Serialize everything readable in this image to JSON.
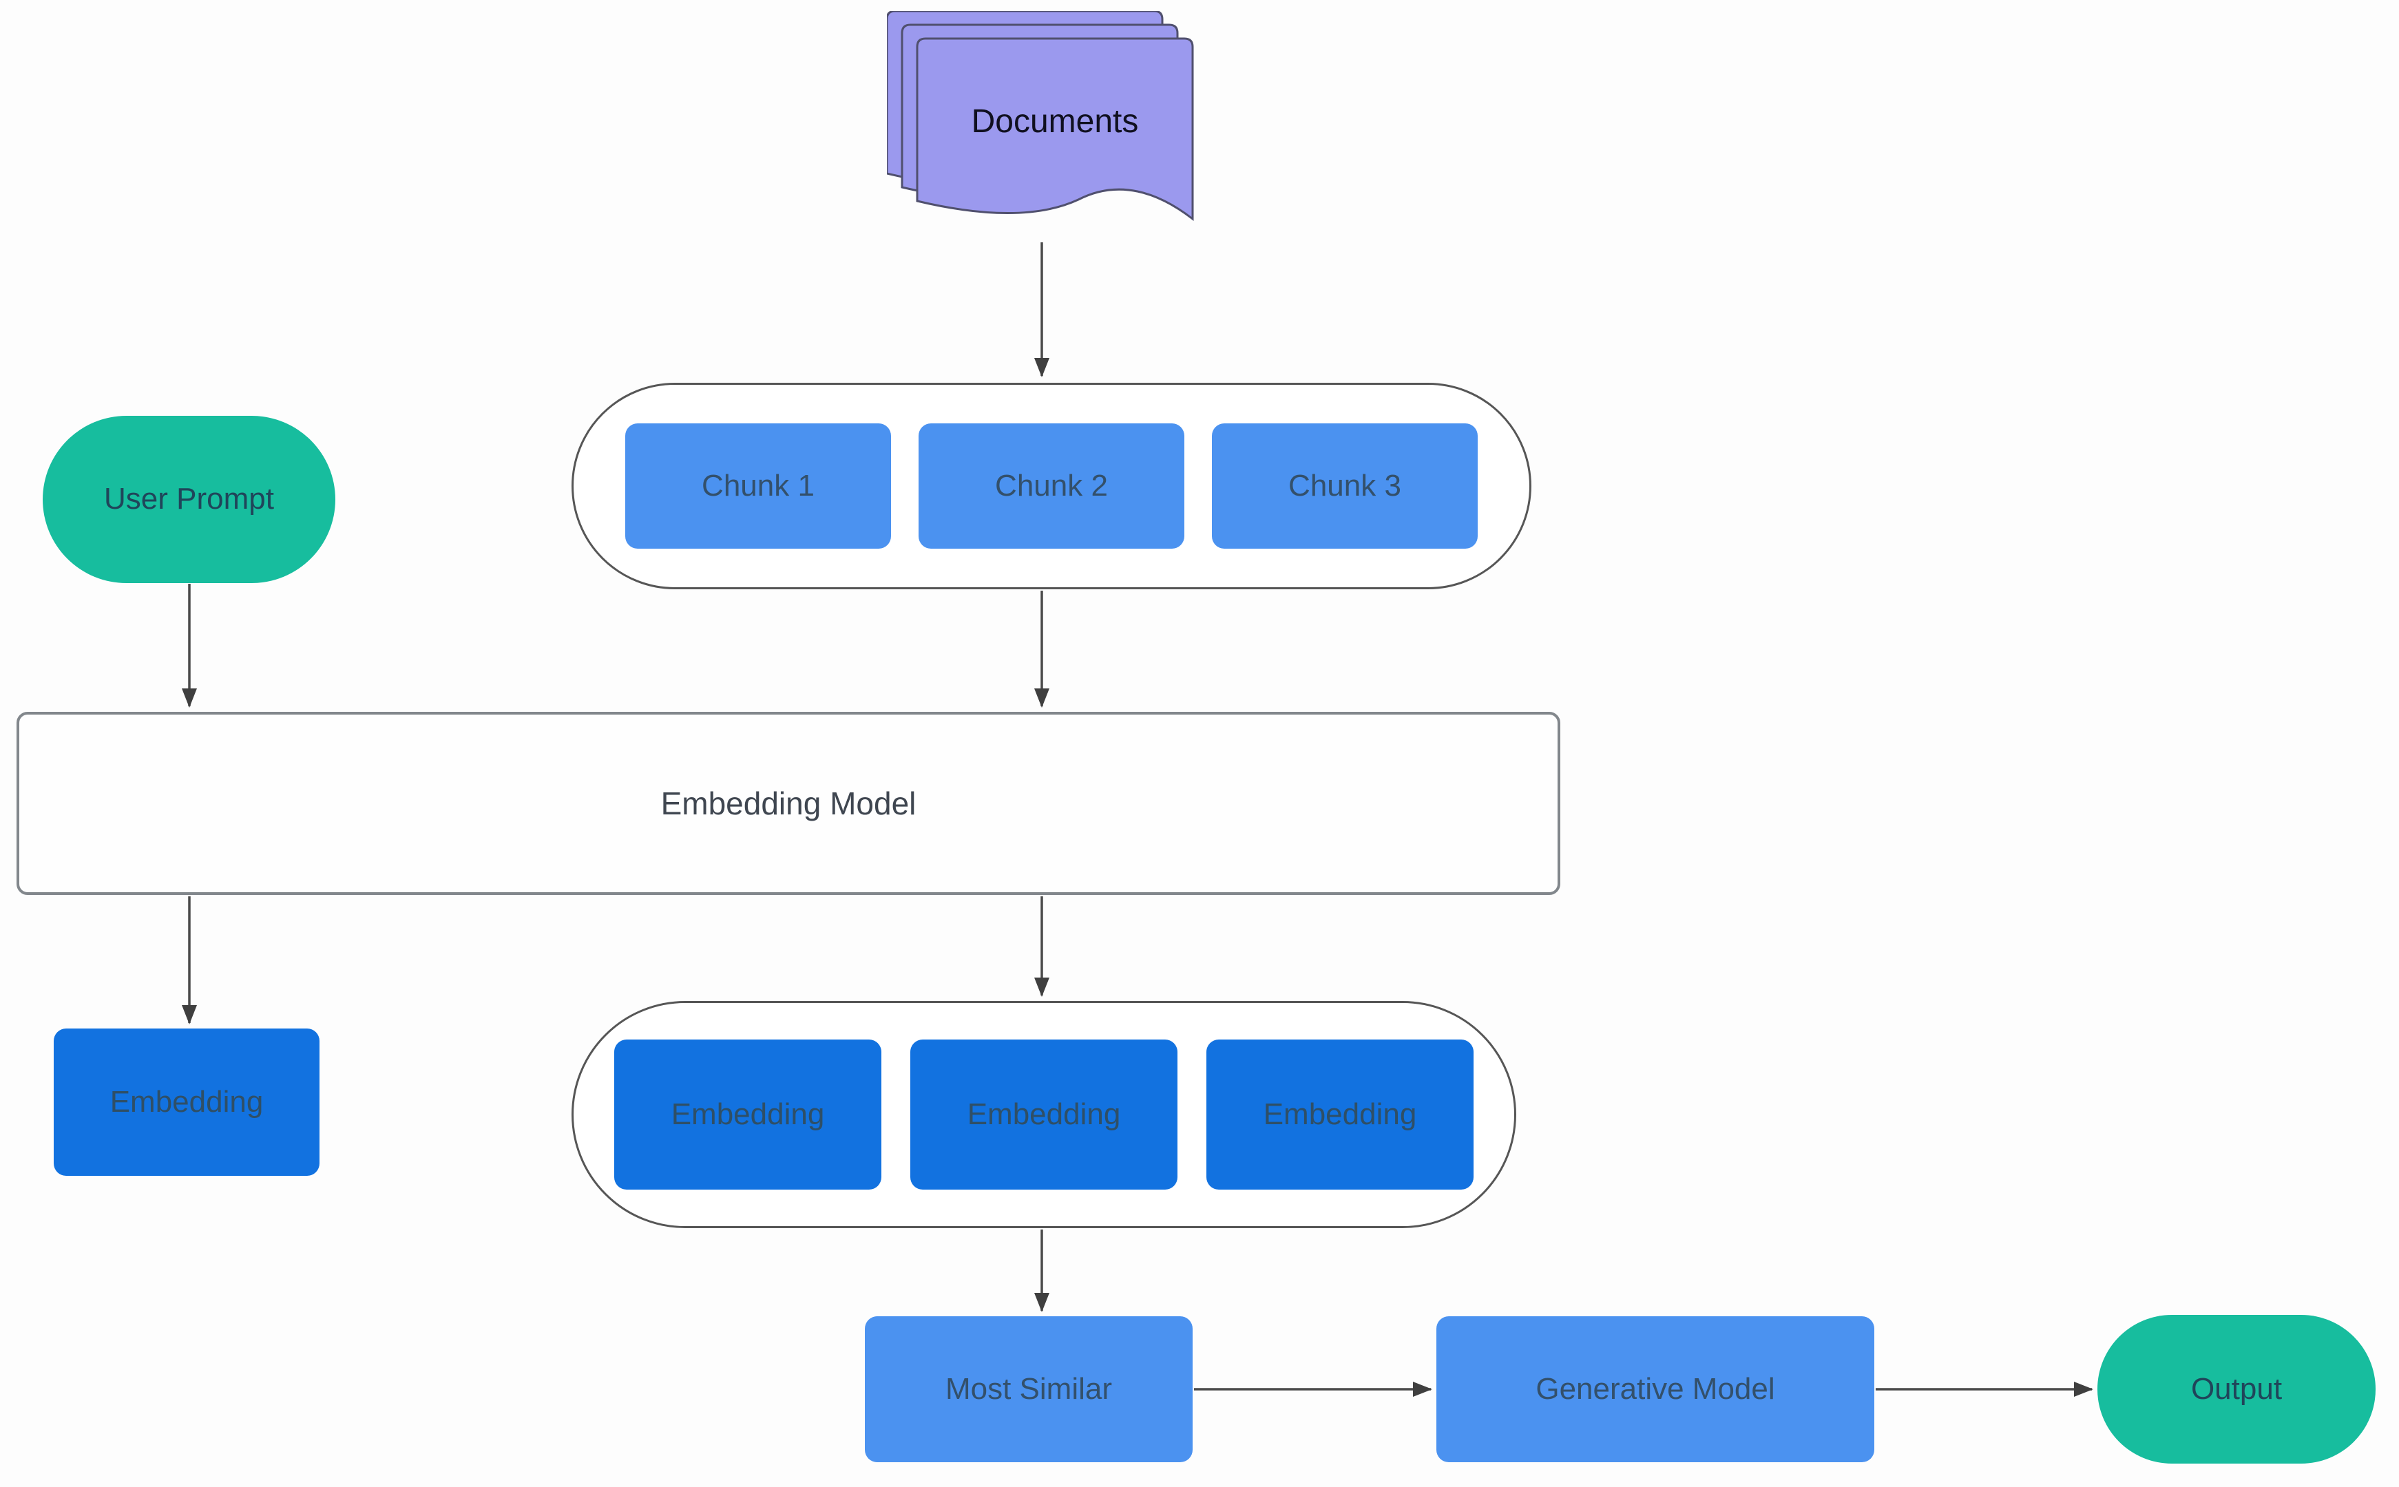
{
  "nodes": {
    "documents": "Documents",
    "user_prompt": "User Prompt",
    "chunk_1": "Chunk 1",
    "chunk_2": "Chunk 2",
    "chunk_3": "Chunk 3",
    "embedding_model": "Embedding Model",
    "prompt_embedding": "Embedding",
    "chunk_embedding_1": "Embedding",
    "chunk_embedding_2": "Embedding",
    "chunk_embedding_3": "Embedding",
    "most_similar": "Most Similar",
    "generative_model": "Generative Model",
    "output": "Output"
  },
  "colors": {
    "purple": "#9b99ee",
    "teal": "#17bd9e",
    "light_blue": "#4b92f0",
    "dark_blue": "#1272e0",
    "edge": "#4a4a4a"
  }
}
